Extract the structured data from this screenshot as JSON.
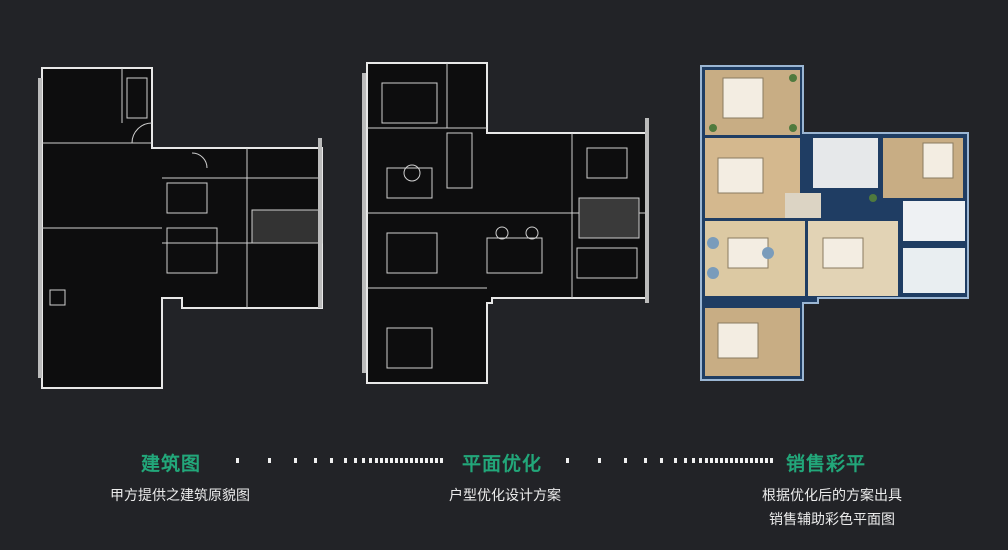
{
  "stages": [
    {
      "title": "建筑图",
      "desc_lines": [
        "甲方提供之建筑原貌图"
      ]
    },
    {
      "title": "平面优化",
      "desc_lines": [
        "户型优化设计方案"
      ]
    },
    {
      "title": "销售彩平",
      "desc_lines": [
        "根据优化后的方案出具",
        "销售辅助彩色平面图"
      ]
    }
  ],
  "colors": {
    "accent": "#22a77a",
    "background": "#222327"
  }
}
